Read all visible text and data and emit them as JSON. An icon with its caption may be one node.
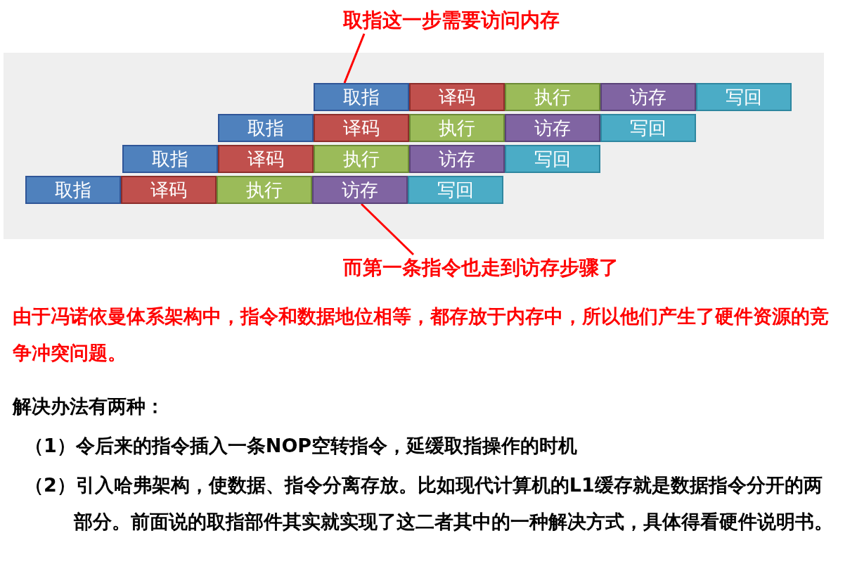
{
  "diagram": {
    "nodes": [
      {
        "text": [
          "取指这一步需要访问内存"
        ]
      },
      {
        "text": [
          "取指"
        ]
      },
      {
        "text": [
          "译码"
        ]
      },
      {
        "text": [
          "执行"
        ]
      },
      {
        "text": [
          "访存"
        ]
      },
      {
        "text": [
          "写回"
        ]
      },
      {
        "text": [
          "取指"
        ]
      },
      {
        "text": [
          "译码"
        ]
      },
      {
        "text": [
          "执行"
        ]
      },
      {
        "text": [
          "访存"
        ]
      },
      {
        "text": [
          "写回"
        ]
      },
      {
        "text": [
          "取指"
        ]
      },
      {
        "text": [
          "译码"
        ]
      },
      {
        "text": [
          "执行"
        ]
      },
      {
        "text": [
          "访存"
        ]
      },
      {
        "text": [
          "写回"
        ]
      },
      {
        "text": [
          "取指"
        ]
      },
      {
        "text": [
          "译码"
        ]
      },
      {
        "text": [
          "执行"
        ]
      },
      {
        "text": [
          "访存"
        ]
      },
      {
        "text": [
          "写回"
        ]
      },
      {
        "text": [
          "而第一条指令也走到访存步骤了"
        ]
      }
    ],
    "edges": [
      {
        "from": 0,
        "to": 1,
        "arrow": "none"
      },
      {
        "from": 21,
        "to": 19,
        "arrow": "none"
      }
    ],
    "labels": [
      "由于冯诺依曼体系架构中，指令和数据地位相等，都存放于内存中，所以他们产生了硬件资源的竞争冲突问题。",
      "解决办法有两种：",
      "（1）令后来的指令插入一条NOP空转指令，延缓取指操作的时机",
      "（2）引入哈弗架构，使数据、指令分离存放。比如现代计算机的L1缓存就是数据指令分开的两部分。前面说的取指部件其实就实现了这二者其中的一种解决方式，具体得看硬件说明书。"
    ]
  }
}
